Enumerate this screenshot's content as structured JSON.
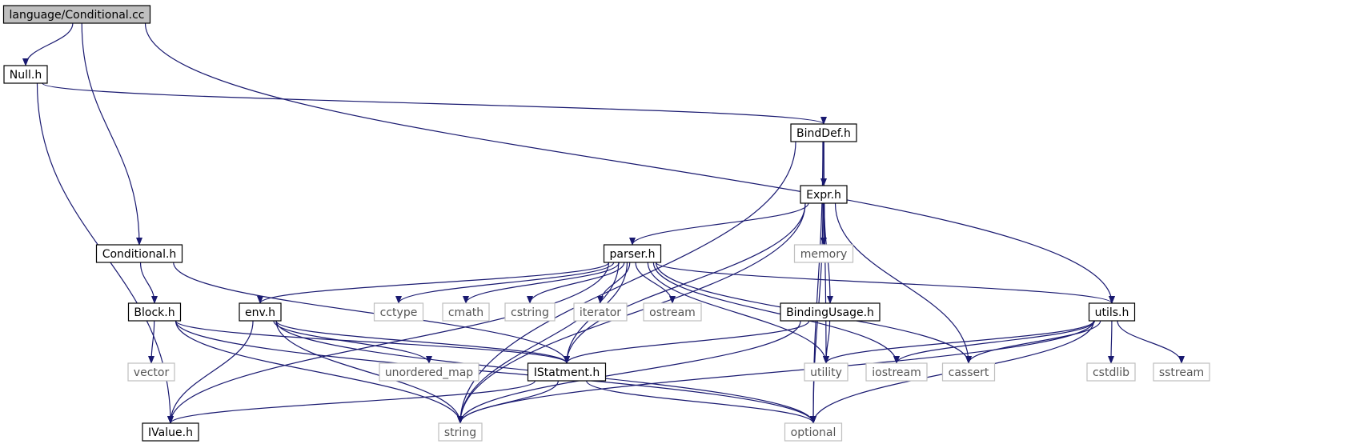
{
  "diagram": {
    "nodes": [
      {
        "id": "root",
        "label": "language/Conditional.cc",
        "kind": "root"
      },
      {
        "id": "null_h",
        "label": "Null.h",
        "kind": "internal"
      },
      {
        "id": "binddef_h",
        "label": "BindDef.h",
        "kind": "internal"
      },
      {
        "id": "expr_h",
        "label": "Expr.h",
        "kind": "internal"
      },
      {
        "id": "conditional_h",
        "label": "Conditional.h",
        "kind": "internal"
      },
      {
        "id": "parser_h",
        "label": "parser.h",
        "kind": "internal"
      },
      {
        "id": "memory",
        "label": "memory",
        "kind": "system"
      },
      {
        "id": "block_h",
        "label": "Block.h",
        "kind": "internal"
      },
      {
        "id": "env_h",
        "label": "env.h",
        "kind": "internal"
      },
      {
        "id": "cctype",
        "label": "cctype",
        "kind": "system"
      },
      {
        "id": "cmath",
        "label": "cmath",
        "kind": "system"
      },
      {
        "id": "cstring",
        "label": "cstring",
        "kind": "system"
      },
      {
        "id": "iterator",
        "label": "iterator",
        "kind": "system"
      },
      {
        "id": "ostream",
        "label": "ostream",
        "kind": "system"
      },
      {
        "id": "bindingusage_h",
        "label": "BindingUsage.h",
        "kind": "internal"
      },
      {
        "id": "utils_h",
        "label": "utils.h",
        "kind": "internal"
      },
      {
        "id": "vector",
        "label": "vector",
        "kind": "system"
      },
      {
        "id": "unordered_map",
        "label": "unordered_map",
        "kind": "system"
      },
      {
        "id": "istatment_h",
        "label": "IStatment.h",
        "kind": "internal"
      },
      {
        "id": "utility",
        "label": "utility",
        "kind": "system"
      },
      {
        "id": "iostream",
        "label": "iostream",
        "kind": "system"
      },
      {
        "id": "cassert",
        "label": "cassert",
        "kind": "system"
      },
      {
        "id": "cstdlib",
        "label": "cstdlib",
        "kind": "system"
      },
      {
        "id": "sstream",
        "label": "sstream",
        "kind": "system"
      },
      {
        "id": "ivalue_h",
        "label": "IValue.h",
        "kind": "internal"
      },
      {
        "id": "string",
        "label": "string",
        "kind": "system"
      },
      {
        "id": "optional",
        "label": "optional",
        "kind": "system"
      }
    ],
    "edges": [
      [
        "root",
        "null_h"
      ],
      [
        "root",
        "conditional_h"
      ],
      [
        "root",
        "utils_h"
      ],
      [
        "null_h",
        "binddef_h"
      ],
      [
        "null_h",
        "ivalue_h"
      ],
      [
        "binddef_h",
        "expr_h"
      ],
      [
        "binddef_h",
        "utility"
      ],
      [
        "binddef_h",
        "string"
      ],
      [
        "binddef_h",
        "optional"
      ],
      [
        "expr_h",
        "parser_h"
      ],
      [
        "expr_h",
        "memory"
      ],
      [
        "expr_h",
        "bindingusage_h"
      ],
      [
        "expr_h",
        "istatment_h"
      ],
      [
        "expr_h",
        "cassert"
      ],
      [
        "expr_h",
        "string"
      ],
      [
        "expr_h",
        "optional"
      ],
      [
        "conditional_h",
        "block_h"
      ],
      [
        "conditional_h",
        "istatment_h"
      ],
      [
        "parser_h",
        "env_h"
      ],
      [
        "parser_h",
        "cctype"
      ],
      [
        "parser_h",
        "cmath"
      ],
      [
        "parser_h",
        "cstring"
      ],
      [
        "parser_h",
        "iterator"
      ],
      [
        "parser_h",
        "ostream"
      ],
      [
        "parser_h",
        "utils_h"
      ],
      [
        "parser_h",
        "ivalue_h"
      ],
      [
        "parser_h",
        "istatment_h"
      ],
      [
        "parser_h",
        "string"
      ],
      [
        "parser_h",
        "utility"
      ],
      [
        "parser_h",
        "iostream"
      ],
      [
        "parser_h",
        "cassert"
      ],
      [
        "block_h",
        "vector"
      ],
      [
        "block_h",
        "istatment_h"
      ],
      [
        "block_h",
        "string"
      ],
      [
        "block_h",
        "optional"
      ],
      [
        "env_h",
        "unordered_map"
      ],
      [
        "env_h",
        "istatment_h"
      ],
      [
        "env_h",
        "ivalue_h"
      ],
      [
        "env_h",
        "string"
      ],
      [
        "env_h",
        "optional"
      ],
      [
        "bindingusage_h",
        "utility"
      ],
      [
        "bindingusage_h",
        "istatment_h"
      ],
      [
        "bindingusage_h",
        "string"
      ],
      [
        "istatment_h",
        "ivalue_h"
      ],
      [
        "istatment_h",
        "string"
      ],
      [
        "istatment_h",
        "optional"
      ],
      [
        "utils_h",
        "utility"
      ],
      [
        "utils_h",
        "iostream"
      ],
      [
        "utils_h",
        "cassert"
      ],
      [
        "utils_h",
        "cstdlib"
      ],
      [
        "utils_h",
        "sstream"
      ],
      [
        "utils_h",
        "string"
      ],
      [
        "utils_h",
        "optional"
      ]
    ],
    "colors": {
      "edge": "#191970",
      "root_fill": "#bfbfbf",
      "node_fill": "#ffffff",
      "internal_border": "#000000",
      "system_border": "#bfbfbf",
      "system_text": "#555555",
      "text": "#000000"
    }
  }
}
